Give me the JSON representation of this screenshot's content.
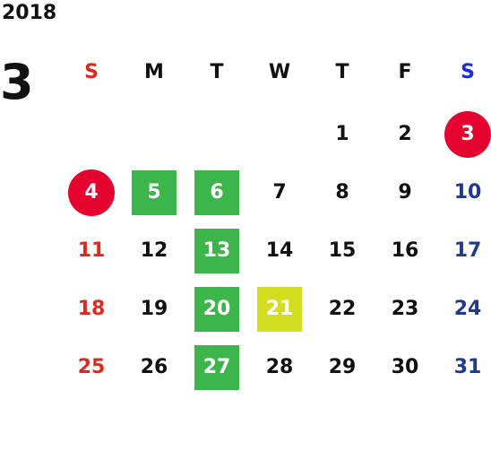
{
  "calendar": {
    "year": "2018",
    "month": "3",
    "colors": {
      "sunday": "#e0281e",
      "saturday_header": "#1a2fd6",
      "saturday": "#1f3a8f",
      "weekday": "#111111",
      "holiday_circle": "#e3032e",
      "green_fill": "#3cb54a",
      "lime_fill": "#d4de21",
      "filled_text": "#ffffff"
    },
    "weekdays": [
      "S",
      "M",
      "T",
      "W",
      "T",
      "F",
      "S"
    ],
    "weeks": [
      [
        {
          "label": "",
          "style": "empty"
        },
        {
          "label": "",
          "style": "empty"
        },
        {
          "label": "",
          "style": "empty"
        },
        {
          "label": "",
          "style": "empty"
        },
        {
          "label": "1",
          "style": "plain"
        },
        {
          "label": "2",
          "style": "plain"
        },
        {
          "label": "3",
          "style": "red-circle"
        }
      ],
      [
        {
          "label": "4",
          "style": "red-circle"
        },
        {
          "label": "5",
          "style": "green"
        },
        {
          "label": "6",
          "style": "green"
        },
        {
          "label": "7",
          "style": "plain"
        },
        {
          "label": "8",
          "style": "plain"
        },
        {
          "label": "9",
          "style": "plain"
        },
        {
          "label": "10",
          "style": "plain"
        }
      ],
      [
        {
          "label": "11",
          "style": "plain"
        },
        {
          "label": "12",
          "style": "plain"
        },
        {
          "label": "13",
          "style": "green"
        },
        {
          "label": "14",
          "style": "plain"
        },
        {
          "label": "15",
          "style": "plain"
        },
        {
          "label": "16",
          "style": "plain"
        },
        {
          "label": "17",
          "style": "plain"
        }
      ],
      [
        {
          "label": "18",
          "style": "plain"
        },
        {
          "label": "19",
          "style": "plain"
        },
        {
          "label": "20",
          "style": "green"
        },
        {
          "label": "21",
          "style": "lime"
        },
        {
          "label": "22",
          "style": "plain"
        },
        {
          "label": "23",
          "style": "plain"
        },
        {
          "label": "24",
          "style": "plain"
        }
      ],
      [
        {
          "label": "25",
          "style": "plain"
        },
        {
          "label": "26",
          "style": "plain"
        },
        {
          "label": "27",
          "style": "green"
        },
        {
          "label": "28",
          "style": "plain"
        },
        {
          "label": "29",
          "style": "plain"
        },
        {
          "label": "30",
          "style": "plain"
        },
        {
          "label": "31",
          "style": "plain"
        }
      ]
    ]
  }
}
